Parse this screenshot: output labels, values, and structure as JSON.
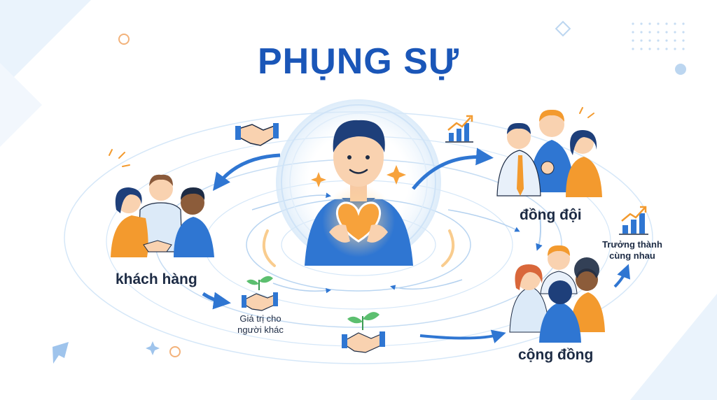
{
  "title": "PHỤNG SỰ",
  "labels": {
    "customers": "khách hàng",
    "teammates": "đồng đội",
    "community": "cộng đồng",
    "value_line1": "Giá trị cho",
    "value_line2": "người khác",
    "grow_line1": "Trưởng thành",
    "grow_line2": "cùng nhau"
  },
  "colors": {
    "title_blue": "#1a56b8",
    "primary_blue": "#2f76d2",
    "light_blue": "#cfe3f7",
    "orange": "#f39a2e",
    "heart": "#f7a23b",
    "text_dark": "#1d2b44"
  },
  "icons": [
    "handshake-icon",
    "growth-chart-icon",
    "seedling-handshake-icon",
    "heart-icon",
    "sparkle-icon"
  ]
}
